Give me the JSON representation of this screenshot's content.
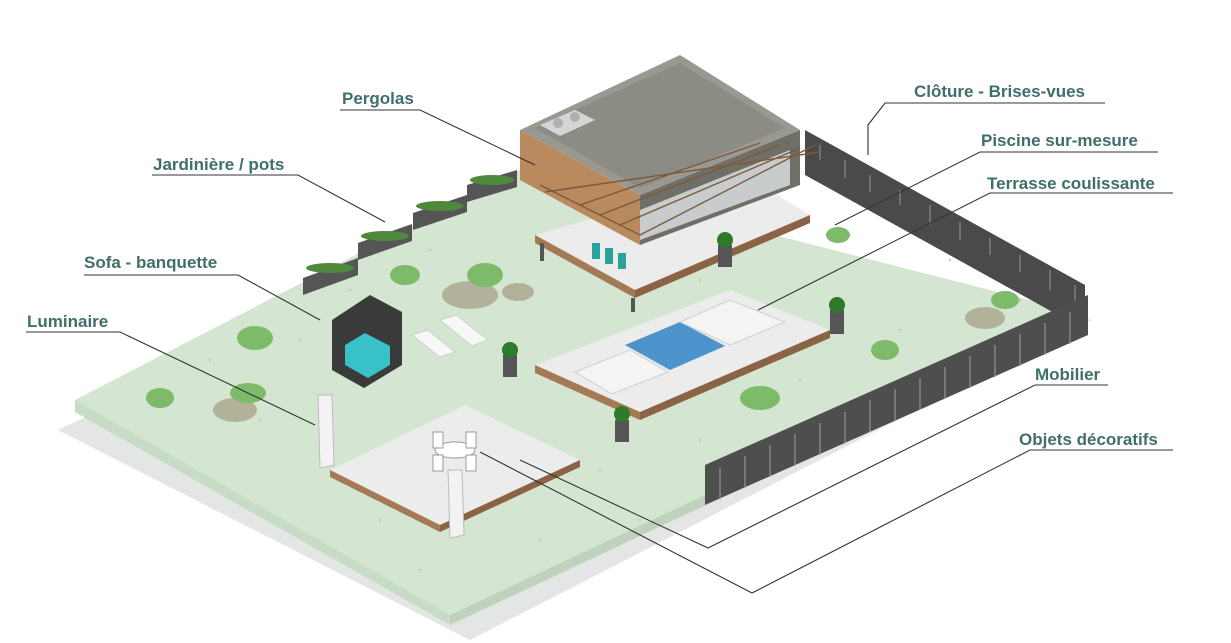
{
  "labels": {
    "pergolas": "Pergolas",
    "cloture": "Clôture - Brises-vues",
    "piscine": "Piscine sur-mesure",
    "terrasse": "Terrasse coulissante",
    "jardiniere": "Jardinière / pots",
    "sofa": "Sofa - banquette",
    "luminaire": "Luminaire",
    "mobilier": "Mobilier",
    "objets": "Objets décoratifs"
  },
  "colors": {
    "label_text": "#3f6f6a",
    "leader_line": "#333333",
    "lawn": "#d4e6d1",
    "lawn_shadow": "#e2e5e3",
    "deck": "#ececec",
    "deck_edge": "#a47a55",
    "pool_water": "#4d93cc",
    "fence": "#444444",
    "house_wall": "#7a7a72",
    "house_roof": "#9a9a92",
    "wood_cladding": "#b88a5e",
    "sofa_seat": "#38c1c7",
    "plant": "#4f8a3c"
  },
  "icons": [
    "house",
    "pergola",
    "fence",
    "pool",
    "deck",
    "planter",
    "sofa",
    "lamp",
    "table-set",
    "plant",
    "rock",
    "sunlounger"
  ]
}
